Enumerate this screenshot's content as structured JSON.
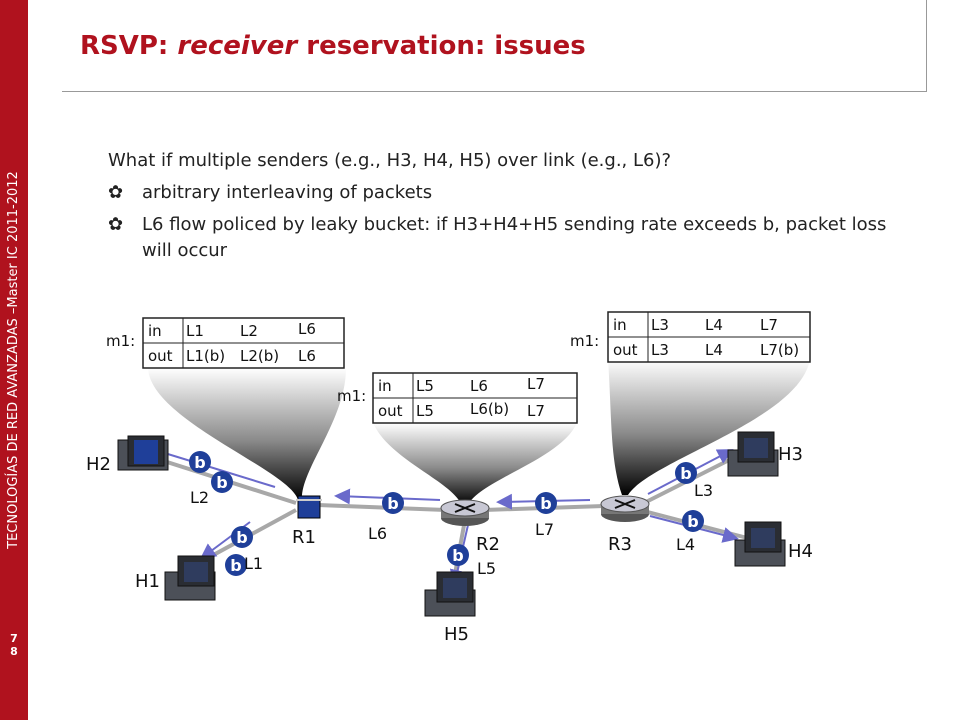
{
  "sidebar": {
    "vertical_text": "TECNOLOGÍAS DE RED AVANZADAS –Master IC 2011-2012",
    "page_number": "7\n8"
  },
  "title": {
    "prefix": "RSVP: ",
    "emph": "receiver",
    "suffix": " reservation: issues"
  },
  "body": {
    "question": "What if multiple senders (e.g., H3, H4, H5) over link (e.g., L6)?",
    "bullets": [
      "arbitrary interleaving of packets",
      "L6 flow policed by leaky bucket: if H3+H4+H5 sending rate exceeds b, packet loss will occur"
    ],
    "bullet_glyph": "✿"
  },
  "diagram": {
    "tables": [
      {
        "label": "m1:",
        "rows": [
          [
            "in",
            "L1",
            "L2",
            "L6"
          ],
          [
            "out",
            "L1(b)",
            "L2(b)",
            "L6"
          ]
        ]
      },
      {
        "label": "m1:",
        "rows": [
          [
            "in",
            "L5",
            "L6",
            "L7"
          ],
          [
            "out",
            "L5",
            "L6(b)",
            "L7"
          ]
        ]
      },
      {
        "label": "m1:",
        "rows": [
          [
            "in",
            "L3",
            "L4",
            "L7"
          ],
          [
            "out",
            "L3",
            "L4",
            "L7(b)"
          ]
        ]
      }
    ],
    "routers": [
      "R1",
      "R2",
      "R3"
    ],
    "hosts": [
      "H1",
      "H2",
      "H3",
      "H4",
      "H5"
    ],
    "links": [
      "L1",
      "L2",
      "L3",
      "L4",
      "L5",
      "L6",
      "L7"
    ],
    "bucket_label": "b",
    "colors": {
      "accent": "#b0121e",
      "bucket": "#1f3f99",
      "arrow": "#6a6acb",
      "reservation": "#1f3f99"
    }
  }
}
